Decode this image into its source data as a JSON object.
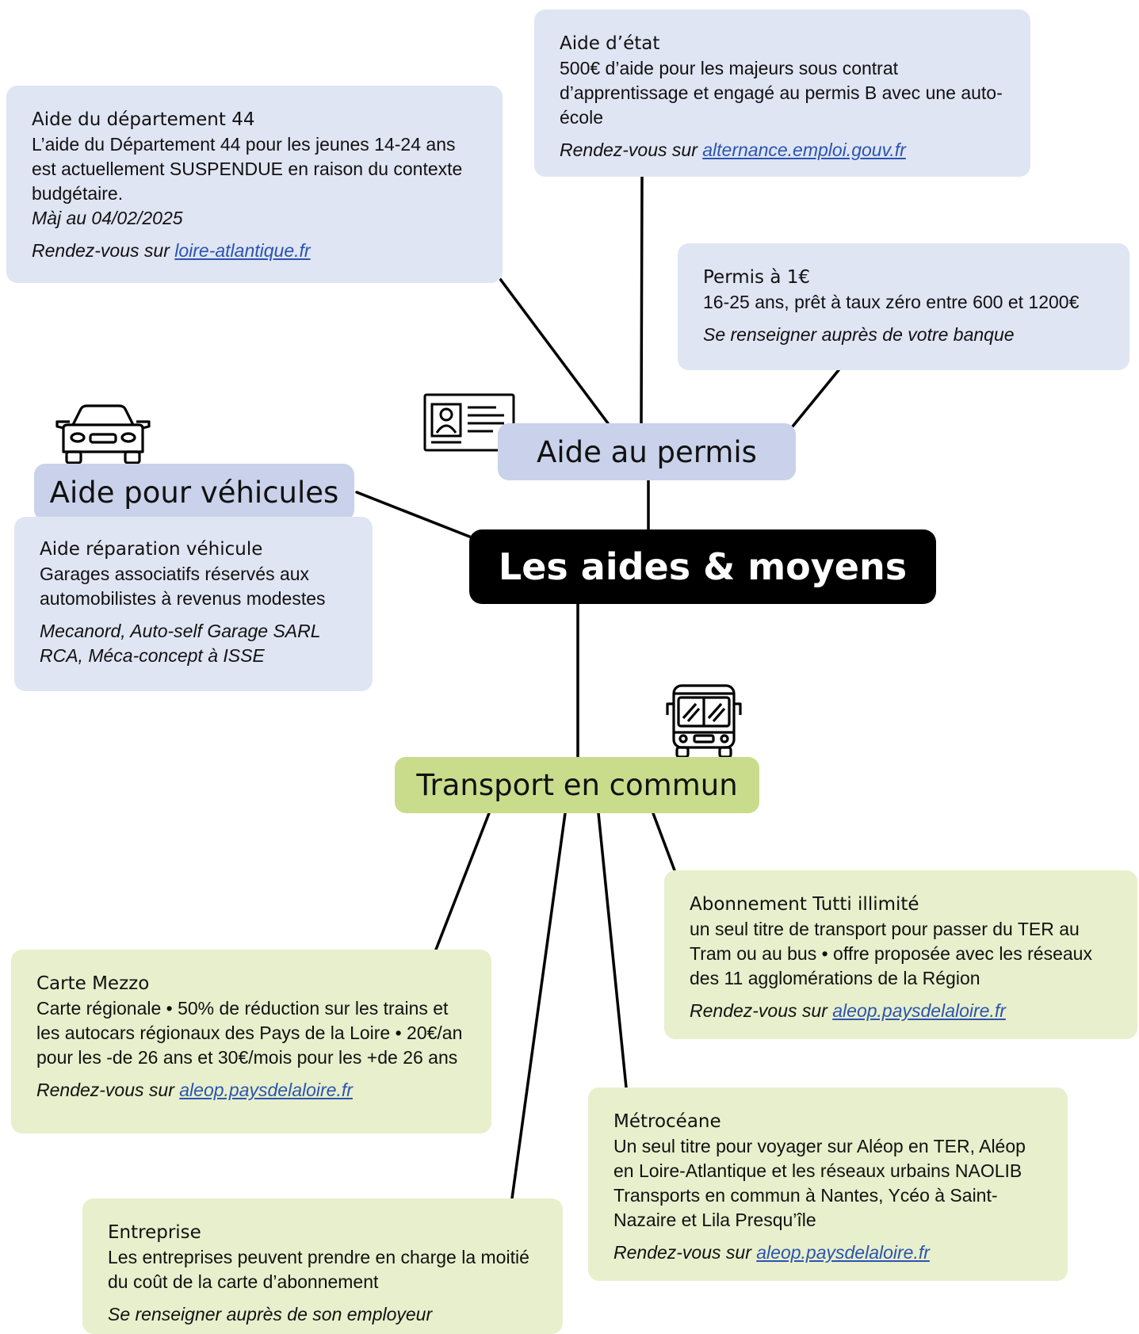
{
  "center": {
    "label": "Les aides & moyens"
  },
  "categories": {
    "permis": "Aide au permis",
    "vehicules": "Aide pour véhicules",
    "transport": "Transport en commun"
  },
  "cards": {
    "departement": {
      "title": "Aide du département 44",
      "body": "L’aide du Département 44 pour les jeunes 14-24 ans est actuellement SUSPENDUE en raison du contexte budgétaire.",
      "update": "Màj au 04/02/2025",
      "note_prefix": "Rendez-vous sur ",
      "link": "loire-atlantique.fr"
    },
    "etat": {
      "title": "Aide d’état",
      "body": "500€ d’aide pour les majeurs sous contrat d’apprentissage et engagé au permis B avec une auto-école",
      "note_prefix": "Rendez-vous sur ",
      "link": "alternance.emploi.gouv.fr"
    },
    "permis1": {
      "title": "Permis à 1€",
      "body": "16-25 ans, prêt à taux zéro entre 600 et 1200€",
      "note": "Se renseigner auprès de votre banque"
    },
    "reparation": {
      "title": "Aide réparation véhicule",
      "body": "Garages associatifs réservés aux automobilistes à revenus modestes",
      "note": "Mecanord, Auto-self Garage SARL RCA, Méca-concept à ISSE"
    },
    "tutti": {
      "title": "Abonnement Tutti illimité",
      "body": "un seul titre de transport pour passer du TER au Tram ou au bus • offre proposée avec les réseaux des 11 agglomérations de la Région",
      "note_prefix": "Rendez-vous sur ",
      "link": "aleop.paysdelaloire.fr"
    },
    "mezzo": {
      "title": "Carte Mezzo",
      "body": "Carte régionale • 50% de réduction sur les trains et les autocars régionaux des Pays de la Loire • 20€/an pour les -de 26 ans et 30€/mois pour les +de 26 ans",
      "note_prefix": "Rendez-vous sur ",
      "link": "aleop.paysdelaloire.fr"
    },
    "metroceane": {
      "title": "Métrocéane",
      "body": "Un seul titre pour voyager sur Aléop en TER, Aléop en Loire-Atlantique et les réseaux urbains NAOLIB Transports en commun à Nantes, Ycéo à Saint-Nazaire et Lila Presqu’île",
      "note_prefix": "Rendez-vous sur ",
      "link": "aleop.paysdelaloire.fr"
    },
    "entreprise": {
      "title": "Entreprise",
      "body": "Les entreprises peuvent prendre en charge la moitié du coût de la carte d’abonnement",
      "note": "Se renseigner auprès de son employeur"
    }
  },
  "icons": {
    "permis": "id-card-icon",
    "vehicules": "car-icon",
    "transport": "bus-icon"
  },
  "colors": {
    "blue_box": "#e0e5f3",
    "green_box": "#e8efcc",
    "pill_blue": "#c9d2ea",
    "pill_green": "#c9dc8c",
    "center": "#000000",
    "link": "#2a54b0"
  }
}
